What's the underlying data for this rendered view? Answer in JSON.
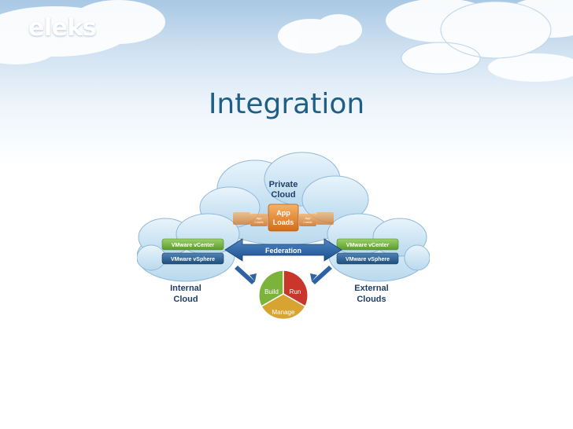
{
  "brand": {
    "logo_text": "eleks"
  },
  "slide": {
    "title": "Integration"
  },
  "diagram": {
    "private_cloud": {
      "title": "Private Cloud",
      "center_label": "App Loads",
      "side_label": "App Loads"
    },
    "internal_cloud": {
      "title": "Internal Cloud",
      "tags": [
        "VMware vCenter",
        "VMware vSphere"
      ]
    },
    "external_cloud": {
      "title": "External Clouds",
      "tags": [
        "VMware vCenter",
        "VMware vSphere"
      ]
    },
    "federation_label": "Federation",
    "lifecycle": {
      "build": "Build",
      "run": "Run",
      "manage": "Manage"
    }
  }
}
